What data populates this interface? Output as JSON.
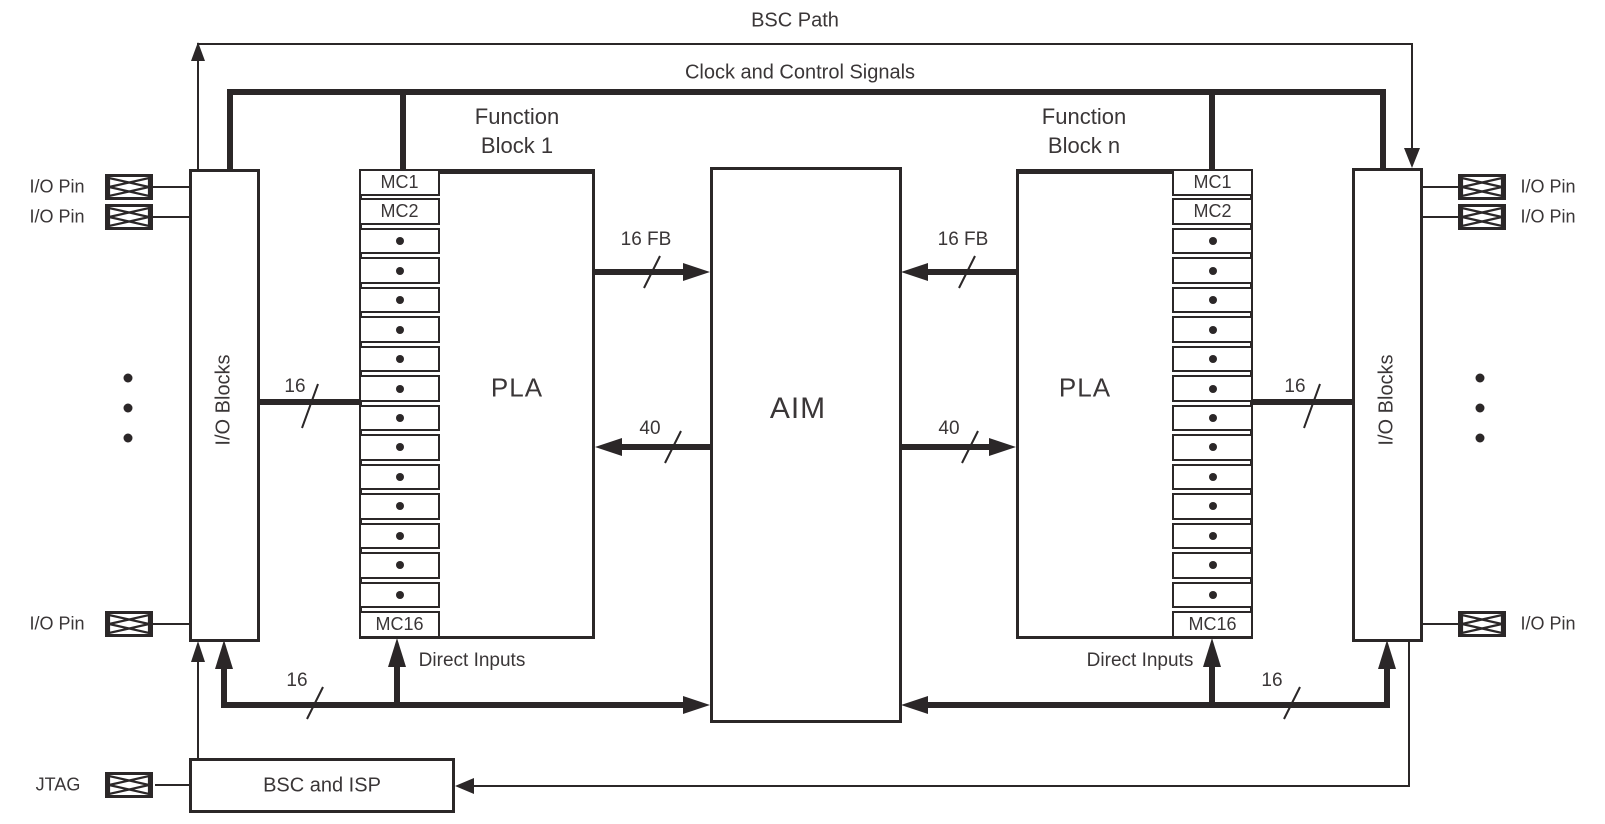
{
  "header": {
    "bsc_path": "BSC Path",
    "clock_control": "Clock and Control Signals"
  },
  "function_block_1": {
    "title_line1": "Function",
    "title_line2": "Block 1",
    "pla_label": "PLA",
    "macrocells": [
      "MC1",
      "MC2",
      "•",
      "•",
      "•",
      "•",
      "•",
      "•",
      "•",
      "•",
      "•",
      "•",
      "•",
      "•",
      "•",
      "MC16"
    ]
  },
  "function_block_n": {
    "title_line1": "Function",
    "title_line2": "Block n",
    "pla_label": "PLA",
    "macrocells": [
      "MC1",
      "MC2",
      "•",
      "•",
      "•",
      "•",
      "•",
      "•",
      "•",
      "•",
      "•",
      "•",
      "•",
      "•",
      "•",
      "MC16"
    ]
  },
  "aim_label": "AIM",
  "io_blocks_label": "I/O Blocks",
  "bsc_isp_label": "BSC and ISP",
  "jtag_label": "JTAG",
  "io_pin_label": "I/O Pin",
  "bus_labels": {
    "fb_16": "16 FB",
    "forty": "40",
    "sixteen": "16",
    "direct_inputs": "Direct Inputs"
  },
  "colors": {
    "line": "#2b2728",
    "background": "#ffffff"
  }
}
